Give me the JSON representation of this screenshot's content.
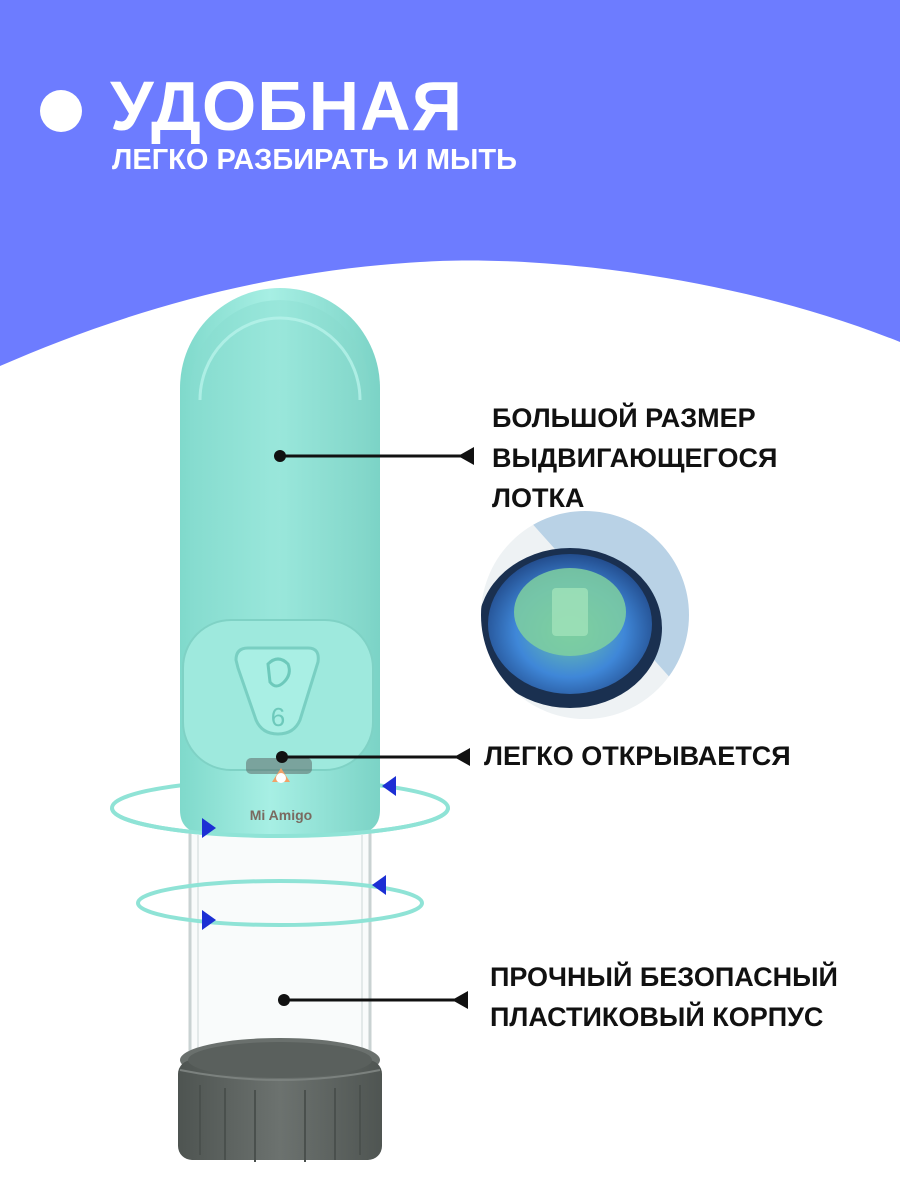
{
  "header": {
    "title": "УДОБНАЯ",
    "subtitle": "ЛЕГКО РАЗБИРАТЬ И МЫТЬ"
  },
  "callouts": {
    "tray": [
      "БОЛЬШОЙ РАЗМЕР",
      "ВЫДВИГАЮЩЕГОСЯ",
      "ЛОТКА"
    ],
    "open": [
      "ЛЕГКО ОТКРЫВАЕТСЯ"
    ],
    "body": [
      "ПРОЧНЫЙ БЕЗОПАСНЫЙ",
      "ПЛАСТИКОВЫЙ КОРПУС"
    ]
  },
  "product": {
    "brand": "Mi Amigo",
    "button_number": "6"
  },
  "colors": {
    "banner": "#6d7cff",
    "bottle_mint": "#8fe3d6",
    "cap_gray": "#5f6562",
    "arrow_blue": "#1c2fd4",
    "rotation_ring": "#8fe3d6"
  },
  "icons": [
    "bullet-dot-icon",
    "pointer-dot-icon",
    "pointer-arrow-icon",
    "rotation-ring-icon",
    "rotation-arrow-icon",
    "brand-logo-icon"
  ]
}
